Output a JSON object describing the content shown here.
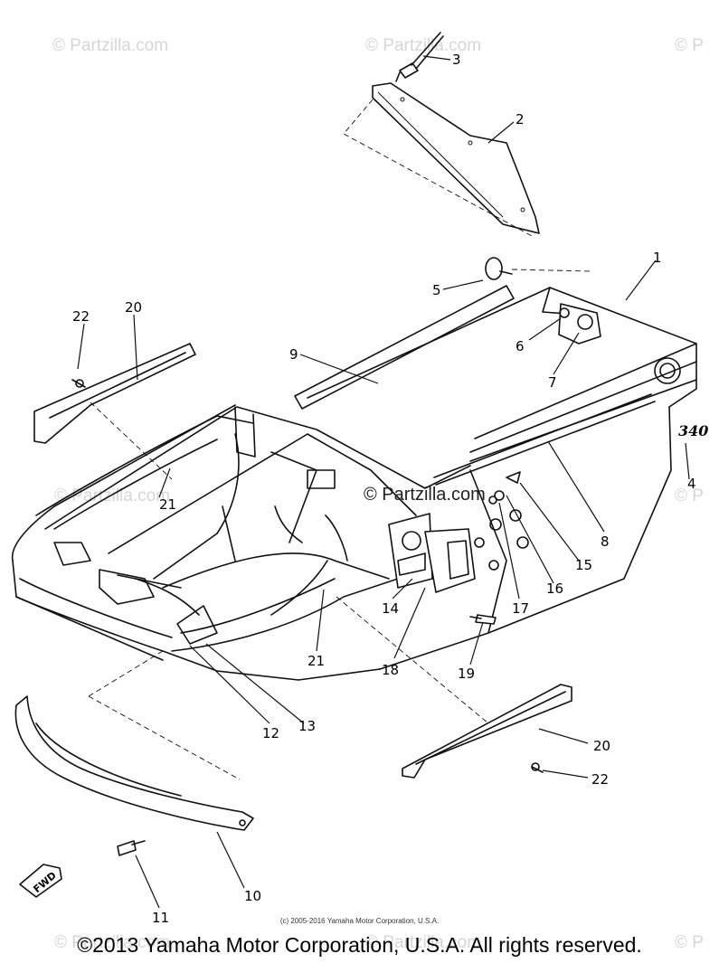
{
  "watermarks": {
    "text": "© Partzilla.com",
    "text_short": "© P",
    "center": "© Partzilla.com"
  },
  "callouts": {
    "1": "1",
    "2": "2",
    "3": "3",
    "4": "4",
    "5": "5",
    "6": "6",
    "7": "7",
    "8": "8",
    "9": "9",
    "10": "10",
    "11": "11",
    "12": "12",
    "13": "13",
    "14": "14",
    "15": "15",
    "16": "16",
    "17": "17",
    "18": "18",
    "19": "19",
    "20a": "20",
    "20b": "20",
    "21a": "21",
    "21b": "21",
    "22a": "22",
    "22b": "22"
  },
  "variant_mark": "340",
  "fwd_label": "FWD",
  "small_copyright": "(c) 2005-2016 Yamaha Motor Corporation, U.S.A.",
  "copyright": "©2013 Yamaha Motor Corporation, U.S.A. All rights reserved."
}
